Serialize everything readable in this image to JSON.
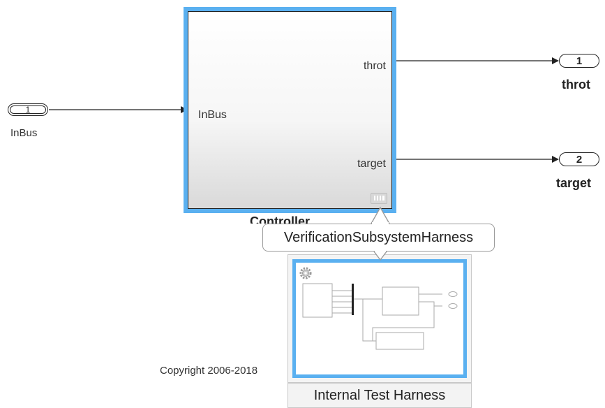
{
  "diagram": {
    "inport": {
      "number": "1",
      "label": "InBus"
    },
    "subsystem": {
      "name": "Controller",
      "input_port": "InBus",
      "output_ports": [
        "throt",
        "target"
      ]
    },
    "outports": [
      {
        "number": "1",
        "label": "throt"
      },
      {
        "number": "2",
        "label": "target"
      }
    ],
    "copyright": "Copyright 2006-2018",
    "colors": {
      "selection": "#5ab0f0",
      "line": "#222222"
    }
  },
  "harness_popup": {
    "tooltip": "VerificationSubsystemHarness",
    "caption": "Internal Test Harness",
    "icon": "gear-icon"
  }
}
